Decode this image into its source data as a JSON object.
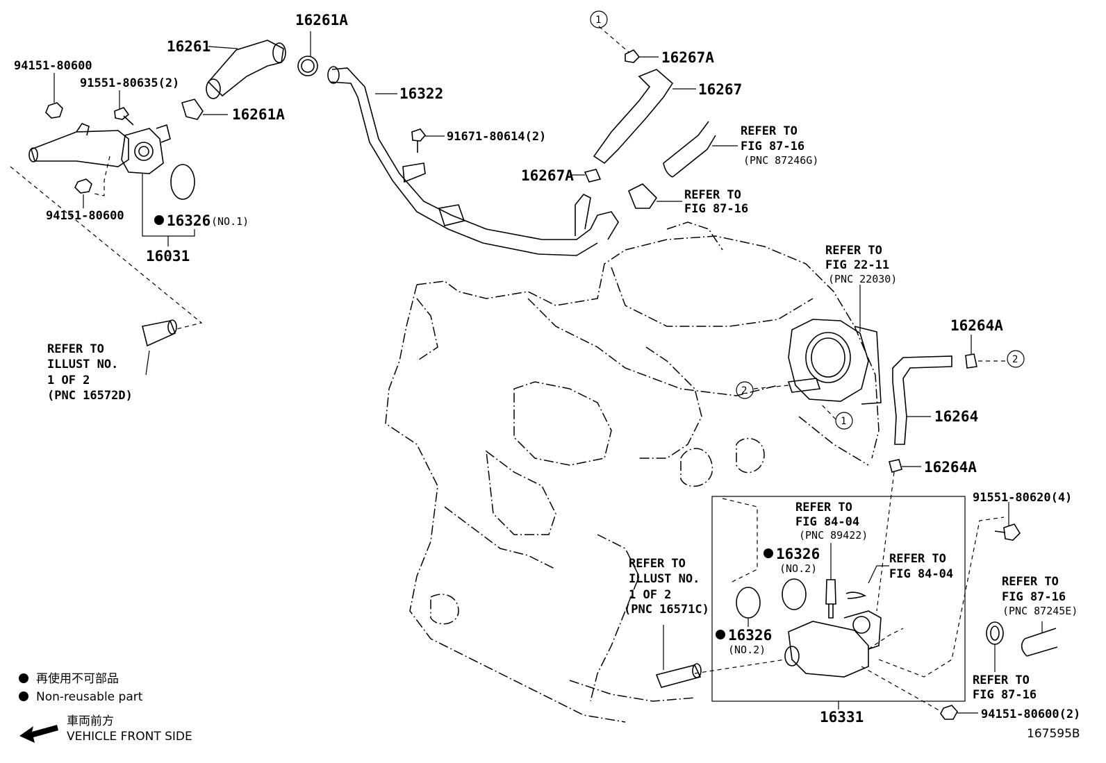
{
  "parts": {
    "p16261": "16261",
    "p16261A_top": "16261A",
    "p16261A_mid": "16261A",
    "p16322": "16322",
    "p16267A_top": "16267A",
    "p16267": "16267",
    "p16267A_mid": "16267A",
    "p94151_top": "94151-80600",
    "p91551_635": "91551-80635(2)",
    "p91671": "91671-80614(2)",
    "p94151_mid": "94151-80600",
    "p16326_no1": "16326",
    "p16326_no1_note": "(NO.1)",
    "p16031": "16031",
    "p16264A_top": "16264A",
    "p16264": "16264",
    "p16264A_bot": "16264A",
    "p91551_620": "91551-80620(4)",
    "p16326_no2a": "16326",
    "p16326_no2a_note": "(NO.2)",
    "p16326_no2b": "16326",
    "p16326_no2b_note": "(NO.2)",
    "p16331": "16331",
    "p94151_bot": "94151-80600(2)"
  },
  "refs": {
    "r1": {
      "l1": "REFER TO",
      "l2": "FIG 87-16",
      "l3": "(PNC 87246G)"
    },
    "r2": {
      "l1": "REFER TO",
      "l2": "FIG 87-16"
    },
    "r3": {
      "l1": "REFER TO",
      "l2": "FIG 22-11",
      "l3": "(PNC 22030)"
    },
    "r4": {
      "l1": "REFER TO",
      "l2": "ILLUST NO.",
      "l3": "1 OF 2",
      "l4": "(PNC 16572D)"
    },
    "r5": {
      "l1": "REFER TO",
      "l2": "FIG 84-04",
      "l3": "(PNC 89422)"
    },
    "r6": {
      "l1": "REFER TO",
      "l2": "FIG 84-04"
    },
    "r7": {
      "l1": "REFER TO",
      "l2": "ILLUST NO.",
      "l3": "1 OF 2",
      "l4": "(PNC 16571C)"
    },
    "r8": {
      "l1": "REFER TO",
      "l2": "FIG 87-16",
      "l3": "(PNC 87245E)"
    },
    "r9": {
      "l1": "REFER TO",
      "l2": "FIG 87-16"
    }
  },
  "callouts": {
    "c1a": "1",
    "c1b": "1",
    "c2a": "2",
    "c2b": "2"
  },
  "legend": {
    "jp": "再使用不可部品",
    "en": "Non-reusable part",
    "front_jp": "車両前方",
    "front_en": "VEHICLE FRONT SIDE"
  },
  "illustration_id": "167595B"
}
